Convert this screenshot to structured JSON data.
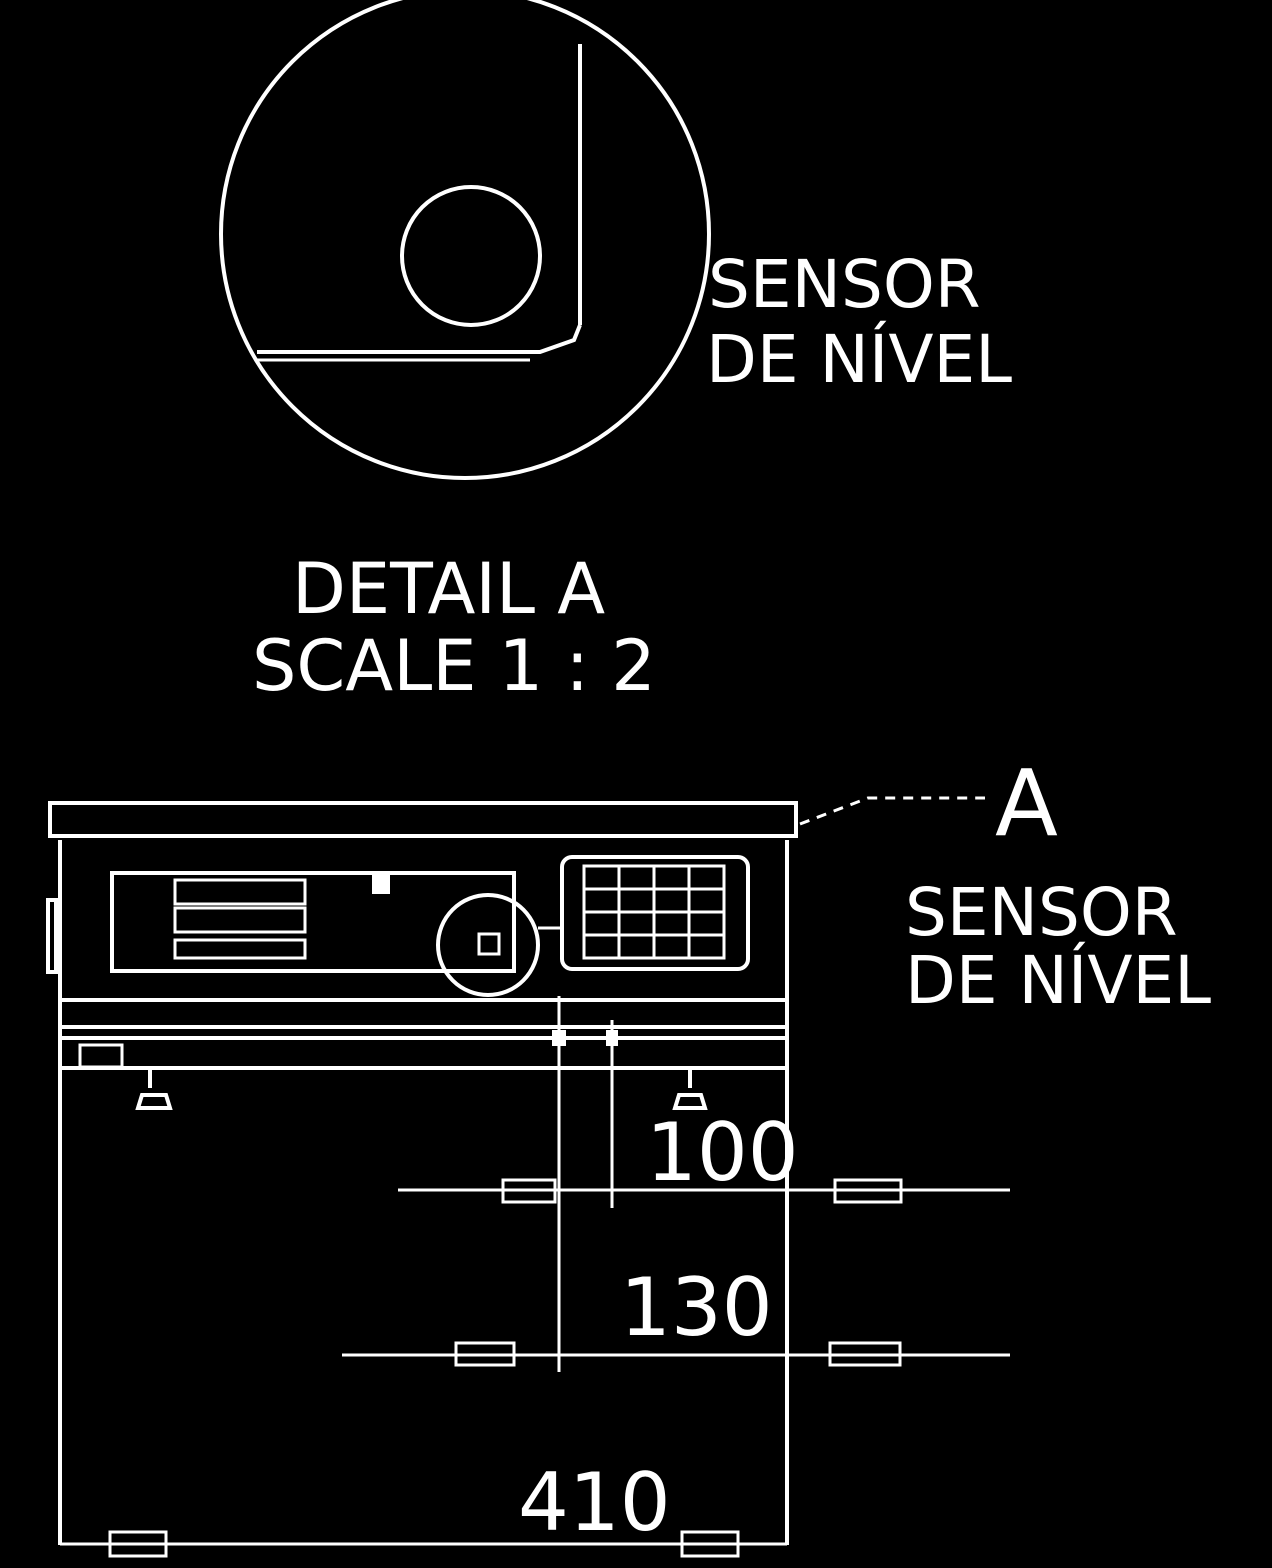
{
  "detail": {
    "label_line1": "SENSOR",
    "label_line2": "DE NÍVEL",
    "title_line1": "DETAIL A",
    "title_line2": "SCALE 1 : 2"
  },
  "main_view": {
    "detail_marker": "A",
    "label_line1": "SENSOR",
    "label_line2": "DE NÍVEL"
  },
  "dimensions": {
    "dim_100": "100",
    "dim_130": "130",
    "dim_410": "410"
  },
  "colors": {
    "background": "#000000",
    "lines": "#ffffff"
  }
}
